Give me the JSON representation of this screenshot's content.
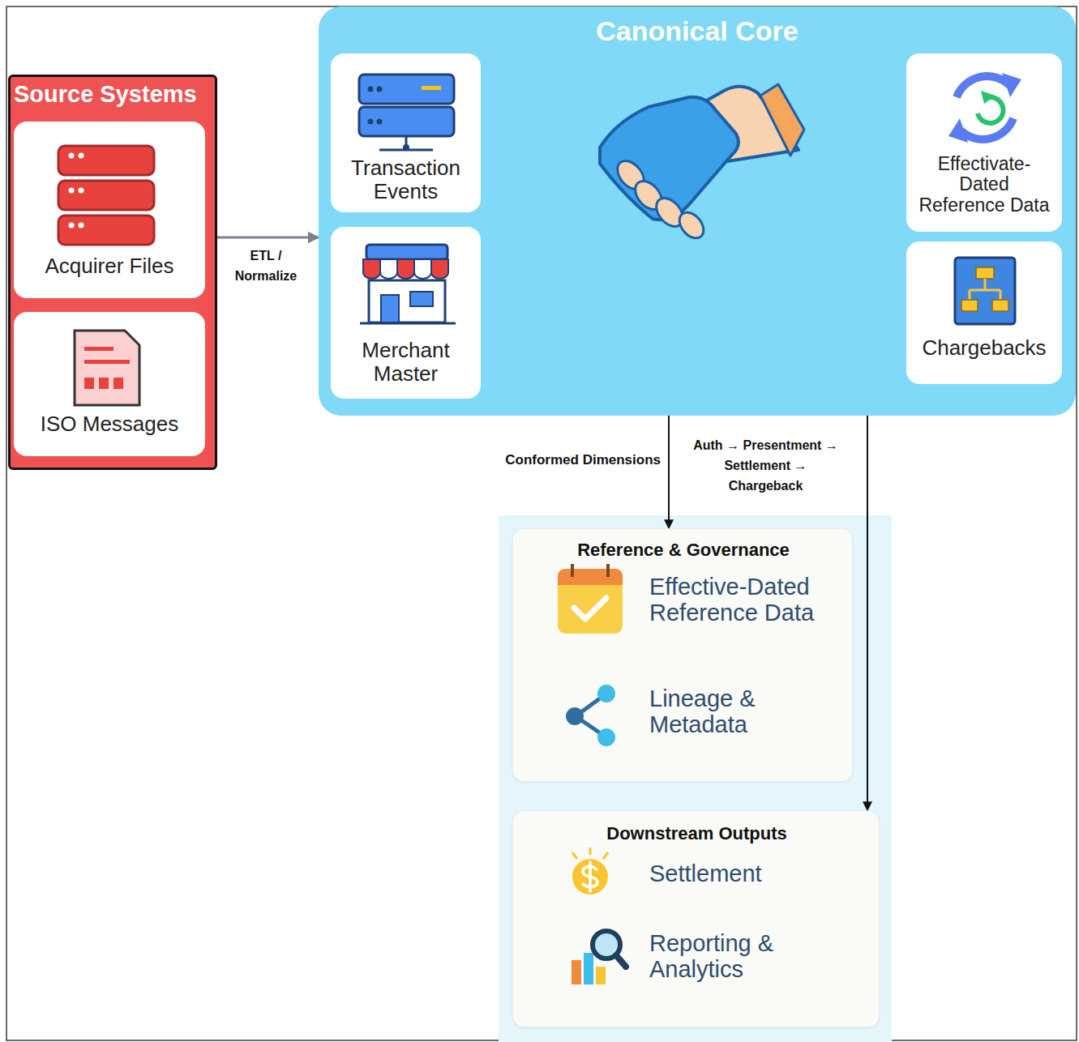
{
  "diagram": {
    "nodes": [
      {
        "text": [
          "Source Systems"
        ]
      },
      {
        "text": [
          "Acquirer Files"
        ],
        "in": 0
      },
      {
        "text": [
          "ISO Messages"
        ],
        "in": 0
      },
      {
        "text": [
          "Canonical Core"
        ]
      },
      {
        "text": [
          "Transaction Events"
        ],
        "in": 3
      },
      {
        "text": [
          "Merchant Master"
        ],
        "in": 3
      },
      {
        "text": [
          "Effectivate-Dated Reference Data"
        ],
        "in": 3
      },
      {
        "text": [
          "Chargebacks"
        ],
        "in": 3
      },
      {
        "text": [
          "Reference & Governance",
          "Effective-Dated Reference Data",
          "Lineage & Metadata"
        ]
      },
      {
        "text": [
          "Downstream Outputs",
          "Settlement",
          "Reporting & Analytics"
        ]
      }
    ],
    "edges": [
      {
        "from": 0,
        "to": 3,
        "label": "ETL / Normalize",
        "arrow": "to"
      },
      {
        "from": 3,
        "to": 8,
        "label": "Conformed Dimensions",
        "arrow": "to"
      },
      {
        "from": 3,
        "to": 9,
        "label": "Auth → Presentment → Settlement → Chargeback",
        "arrow": "to"
      }
    ]
  }
}
